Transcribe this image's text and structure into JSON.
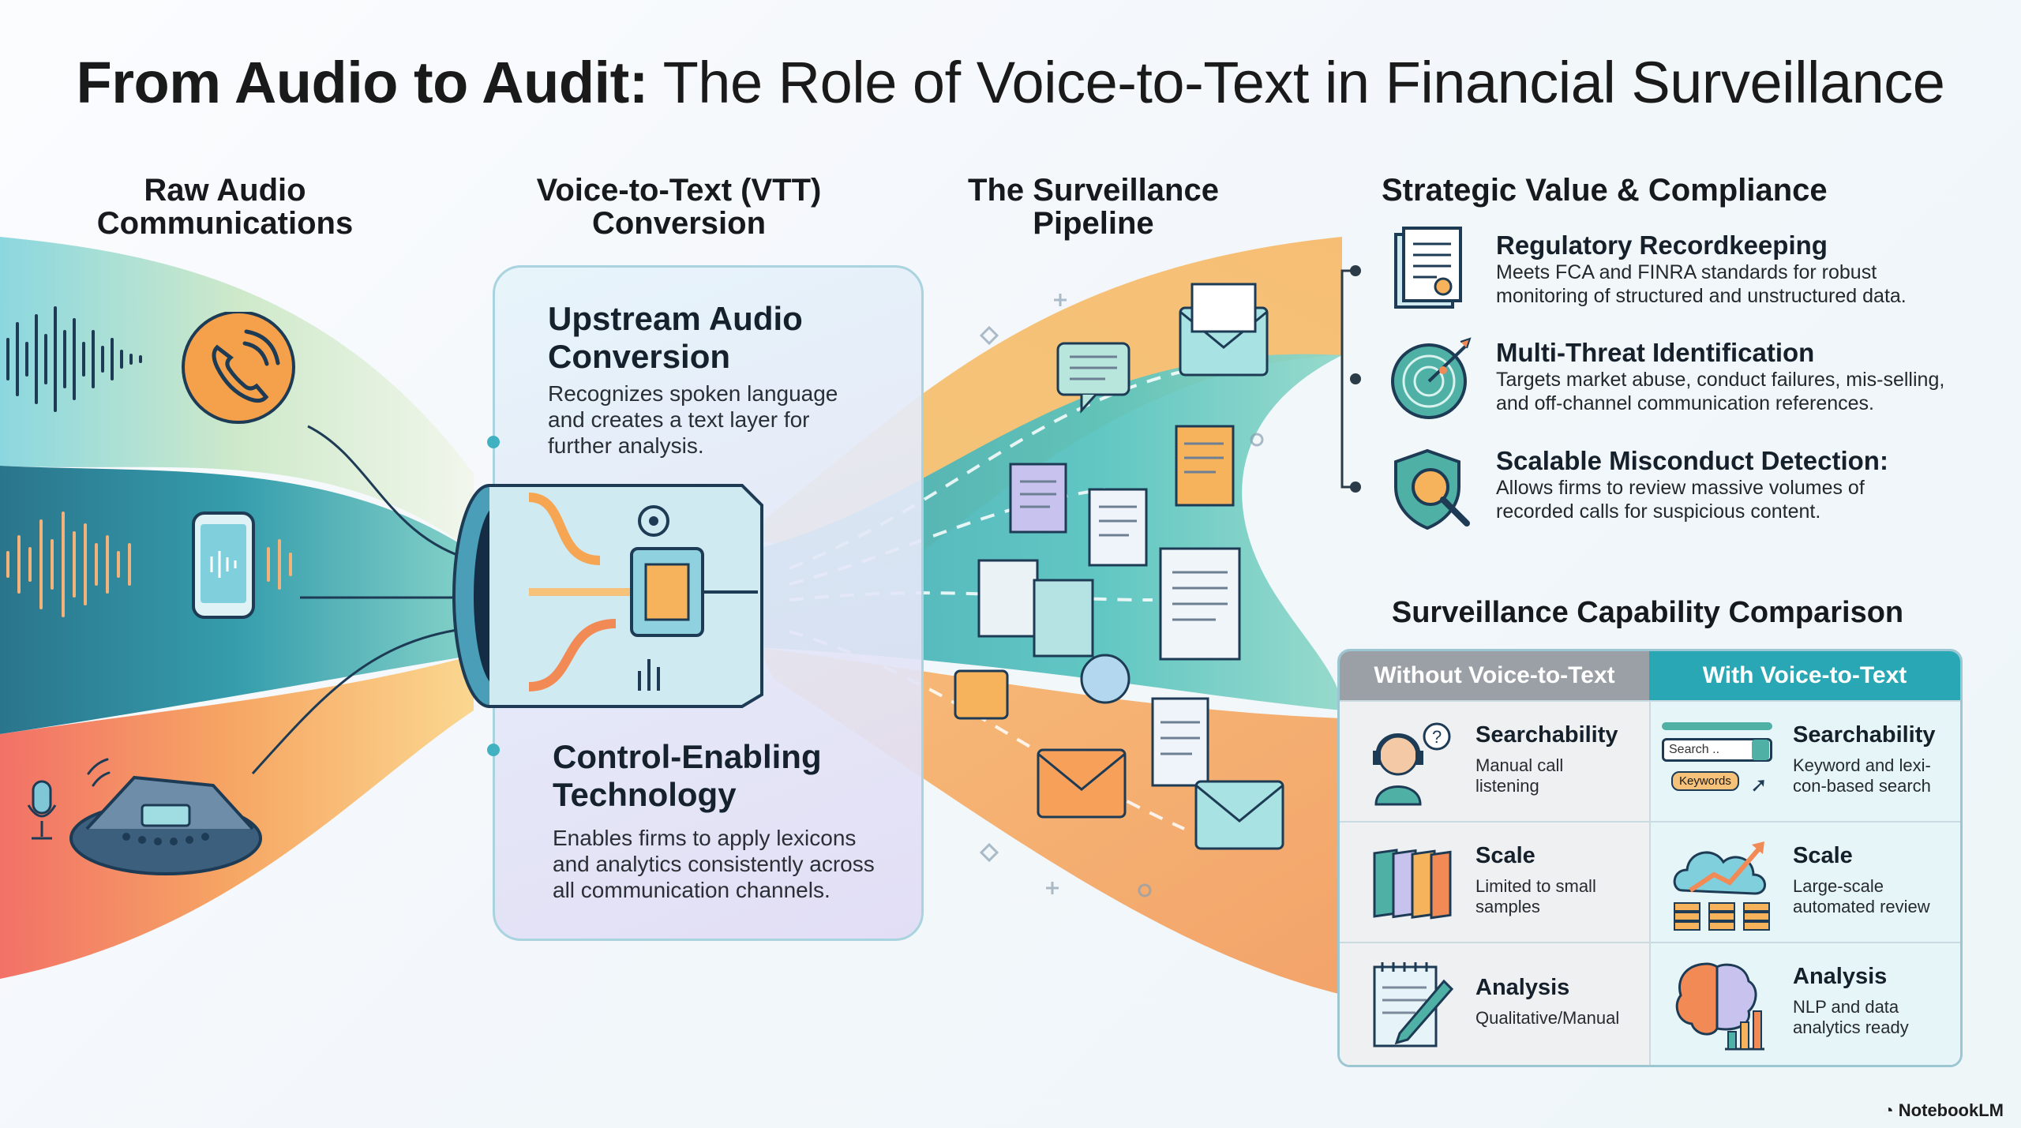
{
  "title": {
    "bold": "From Audio to Audit:",
    "regular": " The Role of Voice-to-Text in Financial Surveillance"
  },
  "columns": {
    "raw_audio": [
      "Raw Audio",
      "Communications"
    ],
    "vtt": [
      "Voice-to-Text (VTT)",
      "Conversion"
    ],
    "pipeline": [
      "The Surveillance",
      "Pipeline"
    ],
    "strategic": "Strategic Value & Compliance"
  },
  "vtt_panel": {
    "upstream": {
      "heading": [
        "Upstream Audio",
        "Conversion"
      ],
      "text": [
        "Recognizes spoken language",
        "and creates a text layer for",
        "further analysis."
      ]
    },
    "control": {
      "heading": [
        "Control-Enabling",
        "Technology"
      ],
      "text": [
        "Enables firms to apply lexicons",
        "and analytics consistently across",
        "all communication channels."
      ]
    }
  },
  "strategic_values": [
    {
      "heading": "Regulatory Recordkeeping",
      "text": [
        "Meets FCA and FINRA standards for robust",
        "monitoring of structured and unstructured data."
      ],
      "icon": "document-icon"
    },
    {
      "heading": "Multi-Threat Identification",
      "text": [
        "Targets market abuse, conduct failures, mis-selling,",
        "and off-channel communication references."
      ],
      "icon": "radar-icon"
    },
    {
      "heading": "Scalable Misconduct Detection:",
      "text": [
        "Allows firms to review massive volumes of",
        "recorded calls for suspicious content."
      ],
      "icon": "shield-magnifier-icon"
    }
  ],
  "comparison": {
    "title": "Surveillance Capability Comparison",
    "headers": [
      "Without Voice-to-Text",
      "With Voice-to-Text"
    ],
    "rows": [
      {
        "without": {
          "heading": "Searchability",
          "text": [
            "Manual call",
            "listening"
          ],
          "icon": "headset-person-icon"
        },
        "with": {
          "heading": "Searchability",
          "text": [
            "Keyword and lexi-",
            "con-based search"
          ],
          "icon": "search-bar-icon",
          "search_placeholder": "Search ..",
          "chip": "Keywords"
        }
      },
      {
        "without": {
          "heading": "Scale",
          "text": [
            "Limited to small",
            "samples"
          ],
          "icon": "books-icon"
        },
        "with": {
          "heading": "Scale",
          "text": [
            "Large-scale",
            "automated review"
          ],
          "icon": "cloud-growth-icon"
        }
      },
      {
        "without": {
          "heading": "Analysis",
          "text": [
            "Qualitative/Manual"
          ],
          "icon": "notepad-pen-icon"
        },
        "with": {
          "heading": "Analysis",
          "text": [
            "NLP and data",
            "analytics ready"
          ],
          "icon": "brain-chart-icon"
        }
      }
    ]
  },
  "footer": "NotebookLM",
  "colors": {
    "teal": "#2fa4b4",
    "orange": "#f2994a",
    "header_gray": "#9aa0a6",
    "header_teal": "#2aa7b5"
  }
}
